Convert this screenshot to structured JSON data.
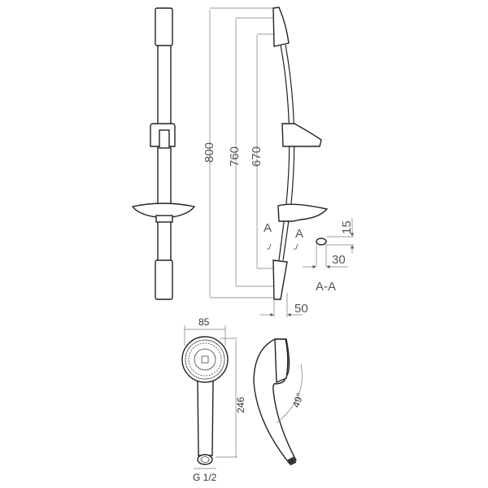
{
  "title": "Shower rail set technical drawing",
  "dimensions": {
    "rail_total": "800",
    "rail_mid": "760",
    "rail_inner": "670",
    "section_height": "15",
    "section_width": "30",
    "wall_offset": "50",
    "head_diameter": "85",
    "handshower_length": "246",
    "connector": "G 1/2",
    "angle": "49°"
  },
  "section": {
    "marker_left": "A",
    "marker_right": "A",
    "label": "A-A"
  }
}
